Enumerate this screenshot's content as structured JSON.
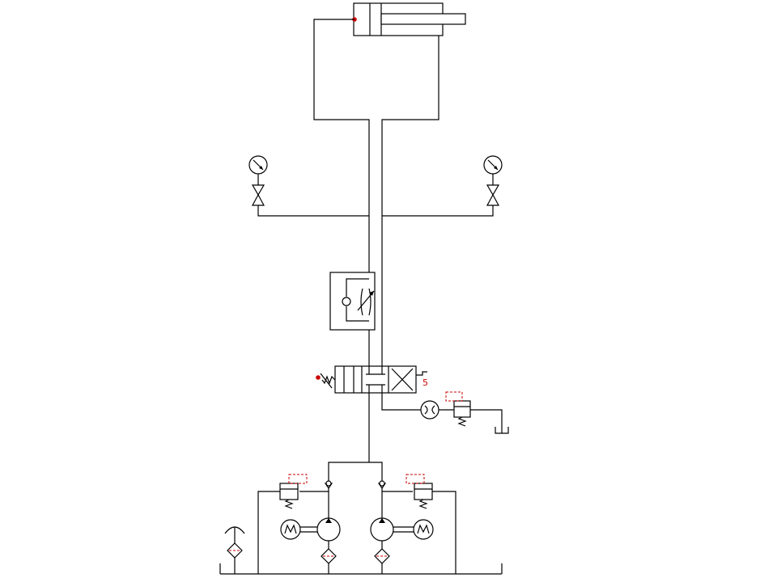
{
  "valve_labels": {
    "directional_valve_id": "5"
  },
  "colors": {
    "lines": "#000000",
    "connection_points": "#cc0000",
    "pilot_lines": "#cc0000",
    "background": "#ffffff"
  },
  "components": [
    {
      "name": "double-acting-cylinder",
      "icon": "cylinder-icon"
    },
    {
      "name": "pressure-gauge-left",
      "icon": "gauge-icon"
    },
    {
      "name": "pressure-gauge-right",
      "icon": "gauge-icon"
    },
    {
      "name": "stop-valve-left",
      "icon": "globe-valve-icon"
    },
    {
      "name": "stop-valve-right",
      "icon": "globe-valve-icon"
    },
    {
      "name": "one-way-flow-control-valve",
      "icon": "throttle-check-valve-icon"
    },
    {
      "name": "four-way-three-position-valve",
      "icon": "directional-valve-icon"
    },
    {
      "name": "flow-restrictor",
      "icon": "restrictor-icon"
    },
    {
      "name": "back-pressure-relief-valve",
      "icon": "relief-valve-icon"
    },
    {
      "name": "tank",
      "icon": "tank-icon"
    },
    {
      "name": "relief-valve-left",
      "icon": "relief-valve-icon"
    },
    {
      "name": "relief-valve-right",
      "icon": "relief-valve-icon"
    },
    {
      "name": "check-valve-left",
      "icon": "check-valve-icon"
    },
    {
      "name": "check-valve-right",
      "icon": "check-valve-icon"
    },
    {
      "name": "electric-motor-left",
      "icon": "motor-icon"
    },
    {
      "name": "electric-motor-right",
      "icon": "motor-icon"
    },
    {
      "name": "hydraulic-pump-left",
      "icon": "pump-icon"
    },
    {
      "name": "hydraulic-pump-right",
      "icon": "pump-icon"
    },
    {
      "name": "suction-filter-left",
      "icon": "filter-icon"
    },
    {
      "name": "suction-filter-right",
      "icon": "filter-icon"
    },
    {
      "name": "cooler",
      "icon": "cooler-icon"
    }
  ]
}
